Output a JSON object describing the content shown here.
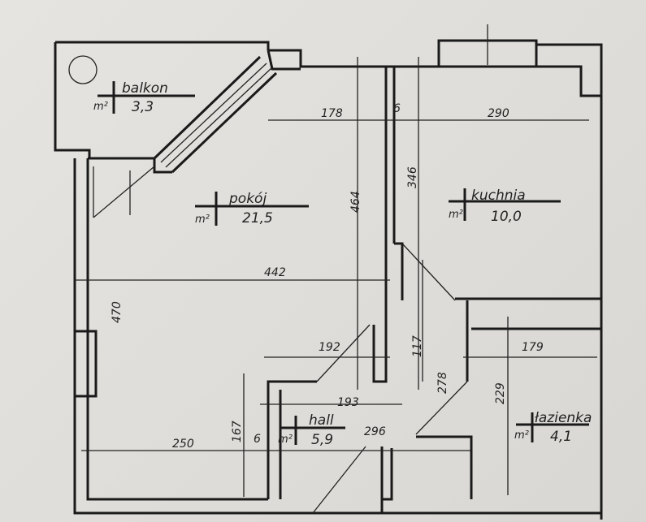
{
  "rooms": [
    {
      "name": "balkon",
      "area": "3,3",
      "unit": "m²"
    },
    {
      "name": "pokój",
      "area": "21,5",
      "unit": "m²"
    },
    {
      "name": "kuchnia",
      "area": "10,0",
      "unit": "m²"
    },
    {
      "name": "hall",
      "area": "5,9",
      "unit": "m²"
    },
    {
      "name": "łazienka",
      "area": "4,1",
      "unit": "m²"
    }
  ],
  "dimensions": [
    "178",
    "6",
    "290",
    "464",
    "346",
    "442",
    "470",
    "192",
    "117",
    "179",
    "193",
    "278",
    "229",
    "250",
    "167",
    "6",
    "296"
  ]
}
